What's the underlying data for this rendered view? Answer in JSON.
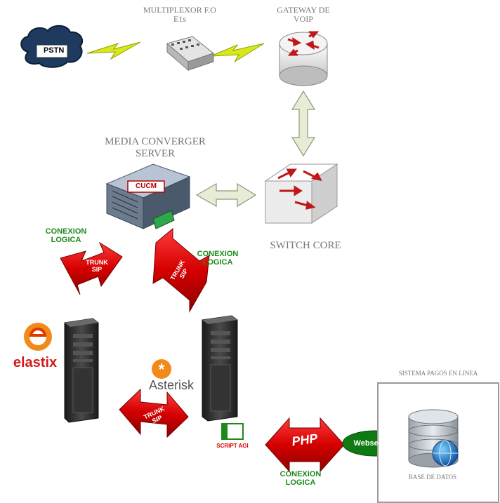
{
  "nodes": {
    "pstn": "PSTN",
    "multiplexor": [
      "MULTIPLEXOR F.O",
      "E1s"
    ],
    "gateway": [
      "GATEWAY DE",
      "VOIP"
    ],
    "media_converger": [
      "MEDIA CONVERGER",
      "SERVER"
    ],
    "cucm": "CUCM",
    "switch_core": "SWITCH CORE",
    "elastix": "elastix",
    "asterisk": "Asterisk",
    "script_agi": "SCRIPT AGI",
    "php": "PHP",
    "webservice": "Webservice",
    "sistema_pagos": "SISTEMA PAGOS EN LINEA",
    "base_datos": "BASE DE DATOS"
  },
  "links": {
    "conexion_logica": [
      "CONEXION",
      "LOGICA"
    ],
    "trunk_sip": [
      "TRUNK",
      "SIP"
    ]
  },
  "colors": {
    "cloud": "#1e3a5f",
    "red_arrow": "#d40000",
    "logic_text": "#1b8a1b",
    "webservice": "#0e7a14",
    "lightning": "#d8e81a",
    "pale_arrow": "#e6ecd6",
    "server_body": "#2a2a2a"
  }
}
